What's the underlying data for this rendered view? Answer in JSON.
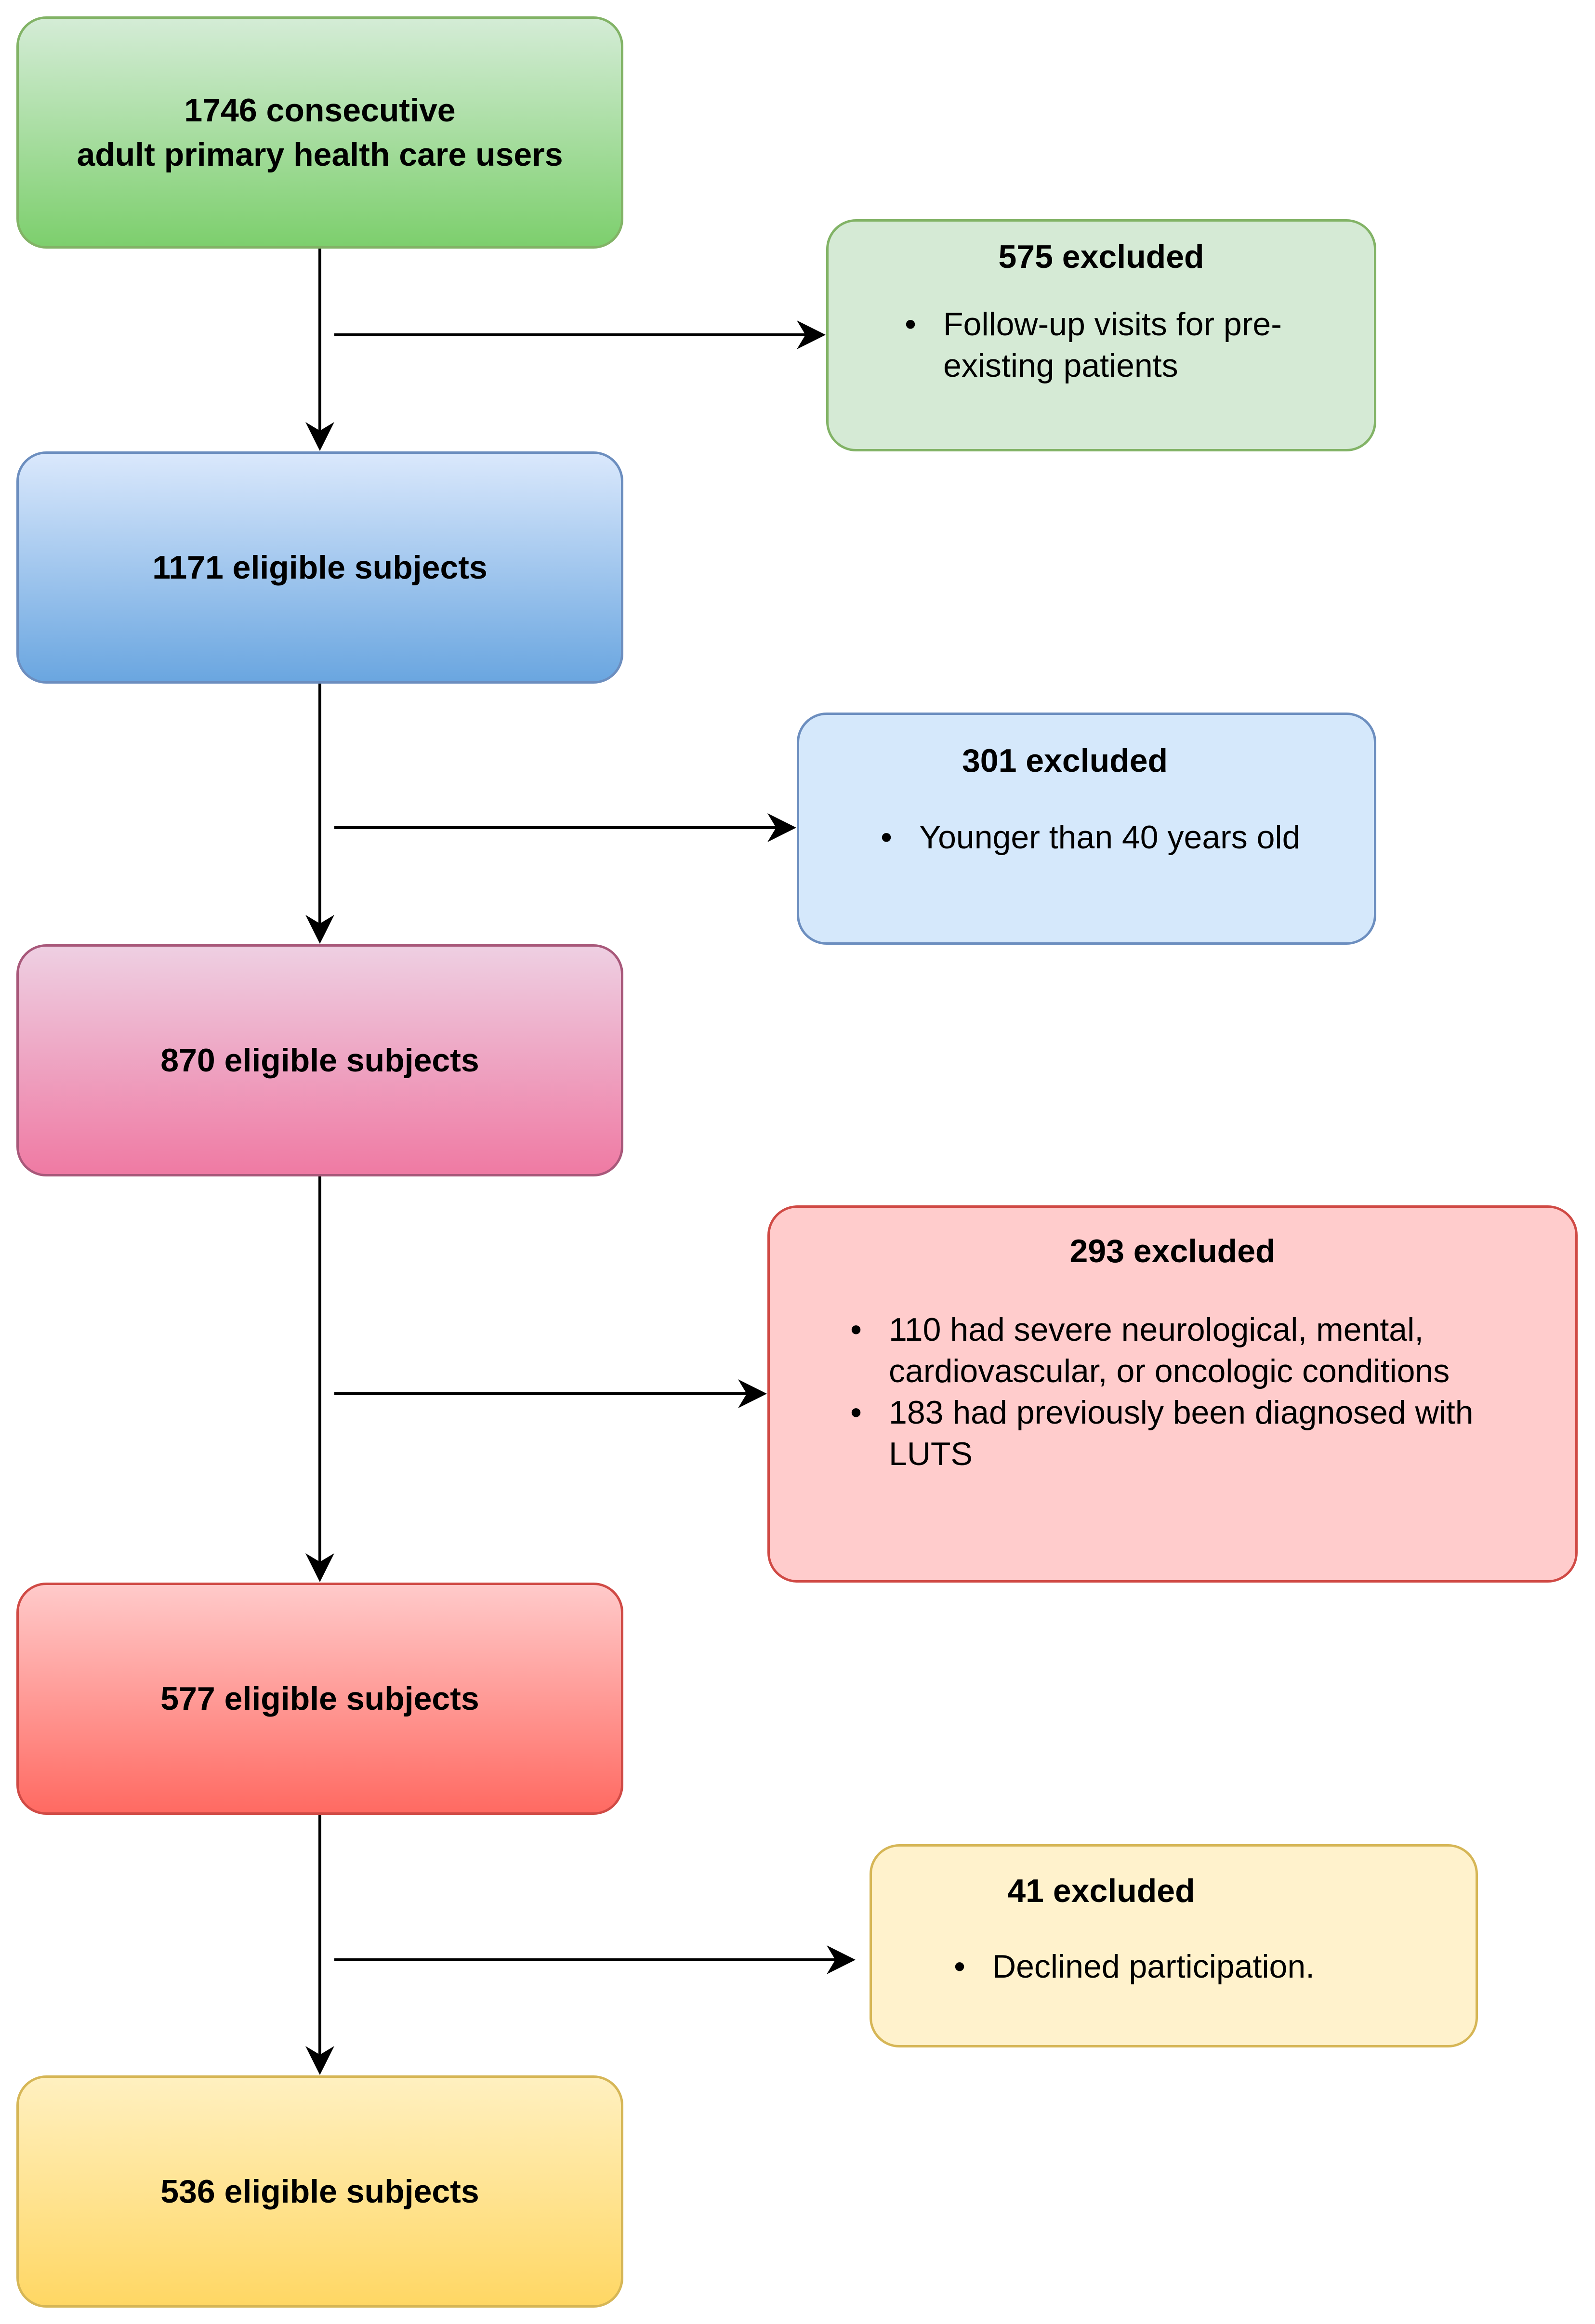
{
  "flow": {
    "start": {
      "line1": "1746 consecutive",
      "line2": "adult primary health care users"
    },
    "step2": {
      "label": "1171 eligible subjects"
    },
    "step3": {
      "label": "870 eligible subjects"
    },
    "step4": {
      "label": "577 eligible subjects"
    },
    "final": {
      "label": "536 eligible subjects"
    }
  },
  "exclusions": [
    {
      "title": "575 excluded",
      "items": [
        "Follow-up visits for pre-existing patients"
      ],
      "lines": [
        [
          "Follow-up visits for pre-",
          "existing patients"
        ]
      ]
    },
    {
      "title": "301 excluded",
      "items": [
        "Younger than 40 years old"
      ]
    },
    {
      "title": "293 excluded",
      "items": [
        "110 had severe neurological, mental, cardiovascular, or oncologic conditions",
        "183 had previously been diagnosed with LUTS"
      ],
      "lines": [
        [
          "110 had severe neurological, mental,",
          "cardiovascular, or oncologic conditions"
        ],
        [
          "183 had previously been diagnosed with",
          "LUTS"
        ]
      ]
    },
    {
      "title": "41 excluded",
      "items": [
        "Declined participation."
      ]
    }
  ],
  "bullet": "•"
}
